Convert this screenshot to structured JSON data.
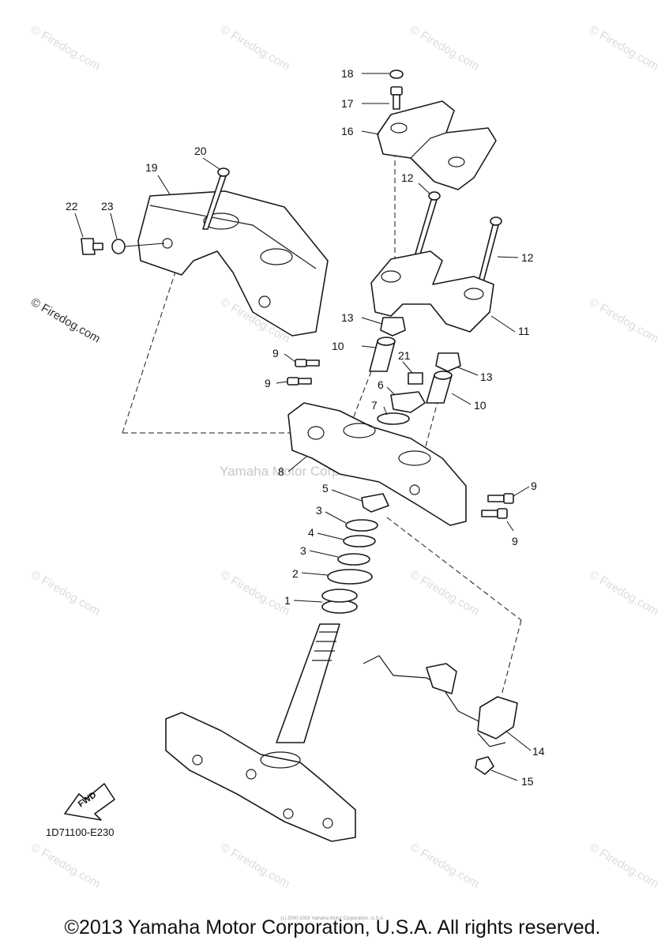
{
  "watermark": "© Firedog.com",
  "center_watermark": "Yamaha Motor Corp., U.S.A.",
  "side_watermark": "© Firedog.com",
  "diagram_code": "1D71100-E230",
  "fwd_label": "FWD",
  "copyright": "©2013 Yamaha Motor Corporation, U.S.A. All rights reserved.",
  "tiny_copyright": "(c) 2000-2016 Yamaha Motor Corporation, U.S.A.",
  "callouts": [
    "1",
    "2",
    "3",
    "3",
    "4",
    "5",
    "6",
    "7",
    "8",
    "9",
    "9",
    "9",
    "9",
    "10",
    "10",
    "11",
    "12",
    "12",
    "13",
    "13",
    "14",
    "15",
    "16",
    "17",
    "18",
    "19",
    "20",
    "21",
    "22",
    "23"
  ]
}
